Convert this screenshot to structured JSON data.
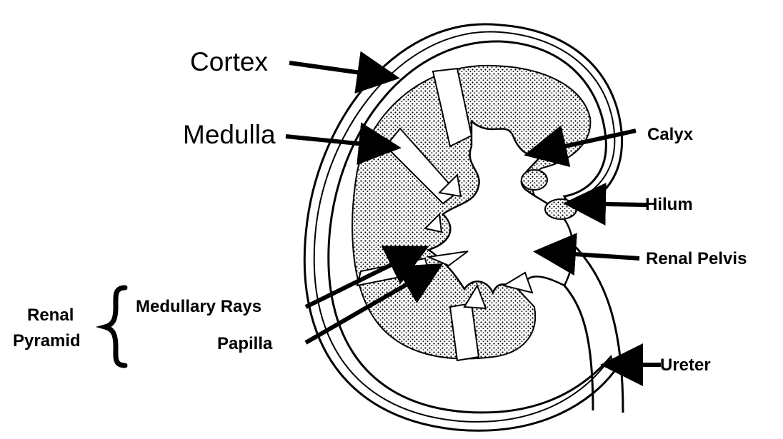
{
  "labels": {
    "cortex": "Cortex",
    "medulla": "Medulla",
    "calyx": "Calyx",
    "hilum": "Hilum",
    "renal_pelvis": "Renal Pelvis",
    "medullary_rays": "Medullary Rays",
    "papilla": "Papilla",
    "ureter": "Ureter",
    "renal_pyramid_line1": "Renal",
    "renal_pyramid_line2": "Pyramid"
  },
  "colors": {
    "ink": "#000000",
    "background": "#ffffff"
  }
}
